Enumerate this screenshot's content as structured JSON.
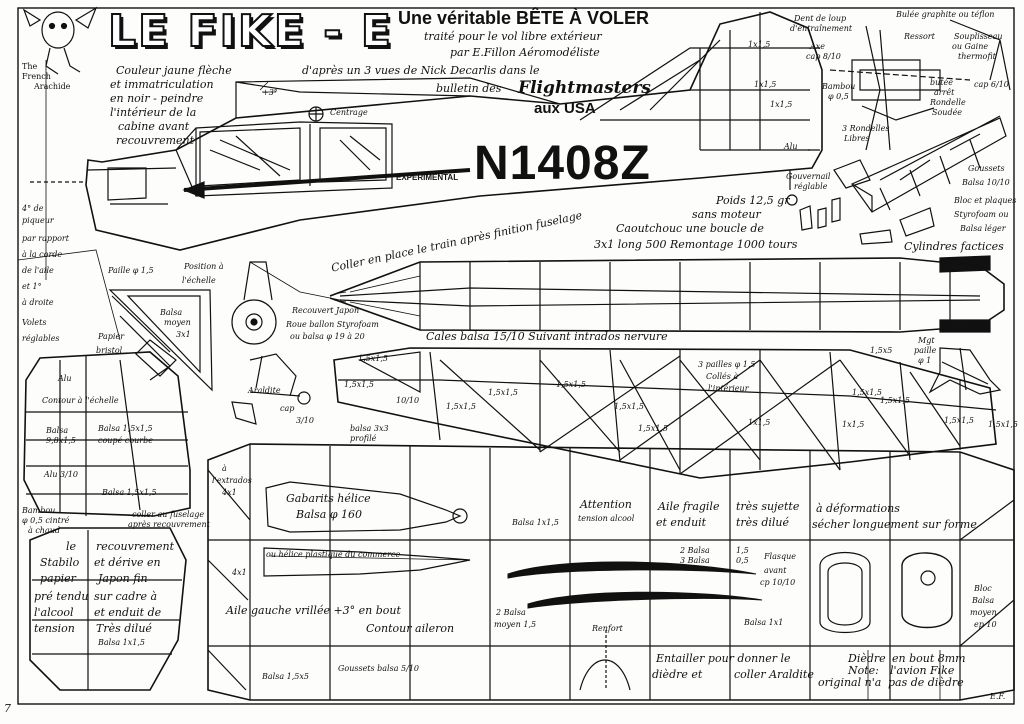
{
  "title": "LE FIKE - E",
  "subtitle": "Une véritable BÊTE À VOLER",
  "credit_lines": [
    "traité pour le vol libre extérieur",
    "par E.Fillon Aéromodéliste",
    "d'après un 3 vues de Nick Decarlis dans le",
    "bulletin des"
  ],
  "magazine": "Flightmasters",
  "magazine_country": "aux USA",
  "registration": "N1408Z",
  "experimental": "EXPERIMENTAL",
  "logo_caption": [
    "The",
    "French",
    "Arachide"
  ],
  "color_note": [
    "Couleur jaune flèche",
    "et immatriculation",
    "en noir - peindre",
    "l'intérieur de la",
    "cabine avant",
    "recouvrement"
  ],
  "labels": {
    "centrage": "Centrage",
    "plus3": "+3°",
    "poids": [
      "Poids 12,5 gr",
      "sans moteur"
    ],
    "caoutchouc": [
      "Caoutchouc une boucle de",
      "3x1 long 500 Remontage 1000 tours"
    ],
    "gouvernail": [
      "Gouvernail",
      "réglable"
    ],
    "alu_top": "Alu",
    "dent": [
      "Dent de loup",
      "d'entraînement"
    ],
    "axe": [
      "Axe",
      "cap 8/10"
    ],
    "bambou": [
      "Bambou",
      "φ 0,5"
    ],
    "rondelles": [
      "3 Rondelles",
      "Libres"
    ],
    "bulee": "Bulée graphite ou téflon",
    "ressort": "Ressort",
    "souplisseau": [
      "Souplisseau",
      "ou Gaine",
      "thermofit"
    ],
    "cap610": "cap 6/10",
    "butee": [
      "butée",
      "arrêt"
    ],
    "rondelle_soudee": [
      "Rondelle",
      "Soudée"
    ],
    "goussets": [
      "Goussets",
      "Balsa 10/10"
    ],
    "bloc_plaques": [
      "Bloc et plaques",
      "Styrofoam ou",
      "Balsa léger"
    ],
    "cylindres": "Cylindres factices",
    "piqueur": [
      "4° de",
      "piqueur",
      "par rapport",
      "à la corde",
      "de l'aile",
      "et 1°",
      "à droite"
    ],
    "volets": [
      "Volets",
      "réglables"
    ],
    "paille": "Paille φ 1,5",
    "position": [
      "Position à",
      "l'échelle"
    ],
    "balsa_moyen": [
      "Balsa",
      "moyen",
      "3x1"
    ],
    "papier_bristol": [
      "Papier",
      "bristol"
    ],
    "coller_train": "Coller en place le train après finition fuselage",
    "recouvert": "Recouvert Japon",
    "roue": [
      "Roue ballon Styrofoam",
      "ou balsa φ 19 à 20"
    ],
    "cales": "Cales balsa 15/10 Suivant intrados nervure",
    "araldite": "Araldite",
    "cap310": [
      "cap",
      "3/10"
    ],
    "balsa3x3": [
      "balsa 3x3",
      "profilé"
    ],
    "pailles3": [
      "3 pailles φ 1,5",
      "Collés à",
      "l'intérieur"
    ],
    "mgt_paille": [
      "Mgt",
      "paille",
      "φ 1"
    ],
    "dims": [
      "1,5x1,5",
      "1,5x1,5",
      "1,5x1,5",
      "1,5x1,5",
      "1,5x1,5",
      "1,5x1,5",
      "1x1,5",
      "1,5x1,5",
      "1,5x1,5",
      "1x1,5",
      "1,5x5",
      "10/10",
      "1,5x1,5",
      "1,5x1,5",
      "1,5x1,5",
      "1x1,5",
      "1x1,5",
      "1x1,5"
    ],
    "contour_echelle": "Contour à l'échelle",
    "alu_tail": "Alu",
    "balsa_coupe": [
      "Balsa 1,5x1,5",
      "coupé courbe"
    ],
    "balsa_98": [
      "Balsa",
      "9,8x1,5"
    ],
    "alu_310": "Alu 3/10",
    "balsa_15": "Balsa 1,5x1,5",
    "bambou_tail": [
      "Bambou",
      "φ 0,5 cintré",
      "à chaud"
    ],
    "coller_fuselage": [
      "coller au fuselage",
      "après recouvrement"
    ],
    "stabilo_left": [
      "le",
      "Stabilo",
      "papier",
      "pré tendu",
      "l'alcool",
      "tension"
    ],
    "stabilo_right": [
      "recouvrement",
      "et dérive en",
      "Japon fin",
      "sur cadre à",
      "et enduit de",
      "Très dilué"
    ],
    "balsa_1x15": "Balsa 1x1,5",
    "extrados": [
      "à",
      "l'extrados",
      "4x1"
    ],
    "gabarits": [
      "Gabarits hélice",
      "Balsa φ 160"
    ],
    "helice_plastique": "ou hélice plastique du commerce",
    "balsa_1x15b": "Balsa 1x1,5",
    "attention": [
      "Attention",
      "tension alcool"
    ],
    "aile_fragile": [
      "Aile fragile",
      "et enduit"
    ],
    "tres_sujette": [
      "très sujette",
      "très dilué"
    ],
    "deformations": [
      "à déformations",
      "sécher longuement sur forme"
    ],
    "balsa_2_3": [
      "2 Balsa",
      "3 Balsa"
    ],
    "cinq": [
      "1,5",
      "0,5"
    ],
    "flasque": [
      "Flasque",
      "avant",
      "cp 10/10"
    ],
    "bloc_balsa": [
      "Bloc",
      "Balsa",
      "moyen",
      "ep 10"
    ],
    "aile_vrillee": "Aile gauche vrillée +3° en bout",
    "contour_aileron": "Contour aileron",
    "balsa_moyen_15": [
      "2 Balsa",
      "moyen 1,5"
    ],
    "renfort": "Renfort",
    "balsa_1x1": "Balsa 1x1",
    "balsa_15x5": "Balsa 1,5x5",
    "goussets_balsa": "Goussets balsa 5/10",
    "entailler": [
      "Entailler pour donner le",
      "dièdre et",
      "coller Araldite"
    ],
    "diedre": [
      "Dièdre",
      "Note:",
      "original n'a"
    ],
    "diedre_right": [
      "en bout 8mm",
      "l'avion Fike",
      "pas de dièdre"
    ],
    "x41": "4x1",
    "plan_number": "7",
    "signature": "E.F."
  }
}
